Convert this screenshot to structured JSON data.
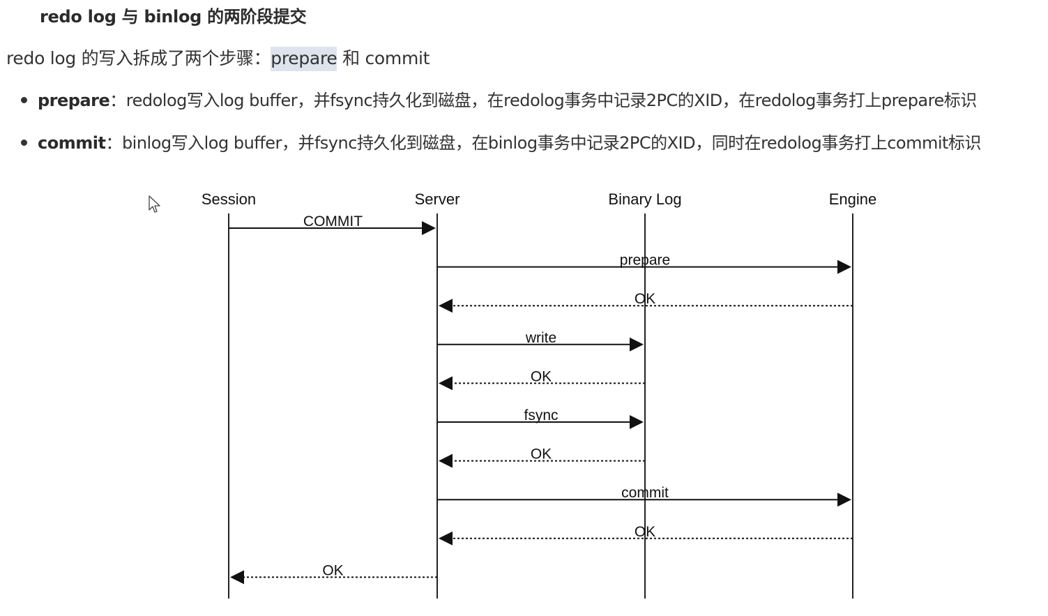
{
  "heading": {
    "text": "redo log 与 binlog 的两阶段提交"
  },
  "intro": {
    "before": "redo log 的写入拆成了两个步骤：",
    "highlight": "prepare",
    "after": " 和 commit"
  },
  "bullets": [
    {
      "term": "prepare",
      "sep": "：",
      "text": "redolog写入log buffer，并fsync持久化到磁盘，在redolog事务中记录2PC的XID，在redolog事务打上prepare标识"
    },
    {
      "term": "commit",
      "sep": "：",
      "text": "binlog写入log buffer，并fsync持久化到磁盘，在binlog事务中记录2PC的XID，同时在redolog事务打上commit标识"
    }
  ],
  "diagram": {
    "participants": [
      "Session",
      "Server",
      "Binary Log",
      "Engine"
    ],
    "messages": [
      {
        "label": "COMMIT",
        "from": "Session",
        "to": "Server",
        "style": "solid"
      },
      {
        "label": "prepare",
        "from": "Server",
        "to": "Engine",
        "style": "solid"
      },
      {
        "label": "OK",
        "from": "Engine",
        "to": "Server",
        "style": "dashed"
      },
      {
        "label": "write",
        "from": "Server",
        "to": "Binary Log",
        "style": "solid"
      },
      {
        "label": "OK",
        "from": "Binary Log",
        "to": "Server",
        "style": "dashed"
      },
      {
        "label": "fsync",
        "from": "Server",
        "to": "Binary Log",
        "style": "solid"
      },
      {
        "label": "OK",
        "from": "Binary Log",
        "to": "Server",
        "style": "dashed"
      },
      {
        "label": "commit",
        "from": "Server",
        "to": "Engine",
        "style": "solid"
      },
      {
        "label": "OK",
        "from": "Engine",
        "to": "Server",
        "style": "dashed"
      },
      {
        "label": "OK",
        "from": "Server",
        "to": "Session",
        "style": "dashed"
      }
    ]
  },
  "icons": {
    "cursor": "mouse-pointer-icon"
  }
}
